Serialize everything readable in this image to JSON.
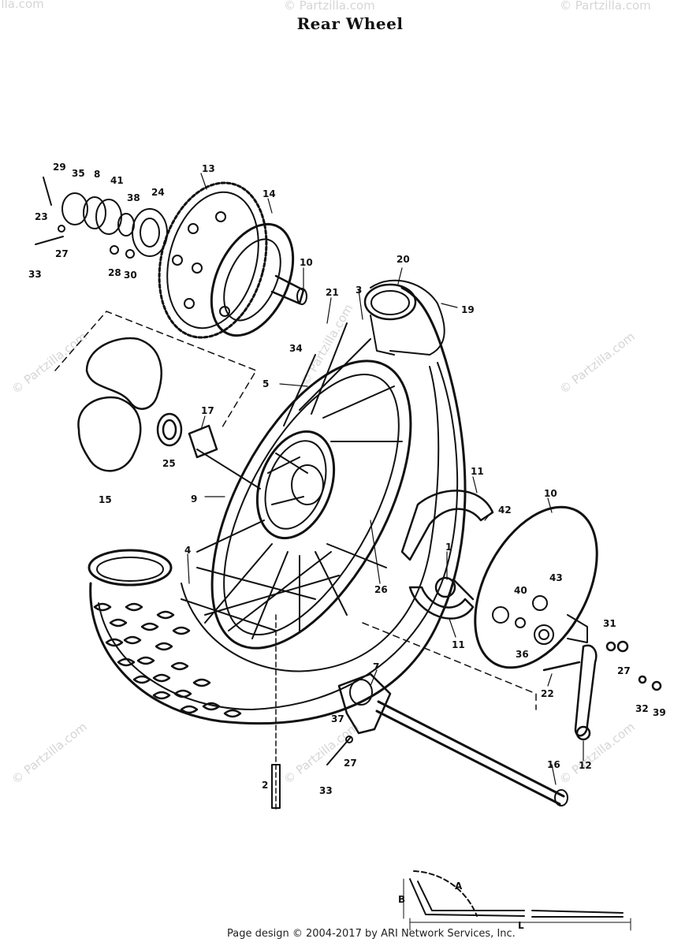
{
  "title": "Rear Wheel",
  "footer": "Page design © 2004-2017 by ARI Network Services, Inc.",
  "watermark_text": "© Partzilla.com",
  "callouts": [
    "29",
    "35",
    "8",
    "41",
    "38",
    "24",
    "13",
    "14",
    "23",
    "27",
    "33",
    "28",
    "30",
    "10",
    "21",
    "3",
    "20",
    "19",
    "34",
    "5",
    "17",
    "25",
    "15",
    "9",
    "11",
    "42",
    "10",
    "4",
    "1",
    "26",
    "40",
    "43",
    "31",
    "11",
    "36",
    "27",
    "7",
    "22",
    "32",
    "39",
    "37",
    "27",
    "12",
    "33",
    "16",
    "2",
    "L",
    "B",
    "A"
  ]
}
